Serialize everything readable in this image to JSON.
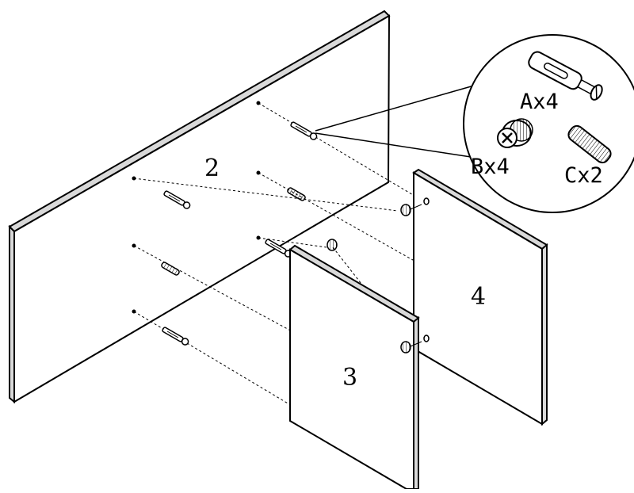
{
  "diagram": {
    "panels": [
      {
        "id": "panel-2",
        "label": "2"
      },
      {
        "id": "panel-3",
        "label": "3"
      },
      {
        "id": "panel-4",
        "label": "4"
      }
    ],
    "hardware": [
      {
        "id": "cam-bolt",
        "label": "Ax4",
        "icon": "cam-bolt-icon"
      },
      {
        "id": "cam-lock",
        "label": "Bx4",
        "icon": "cam-lock-icon"
      },
      {
        "id": "wood-dowel",
        "label": "Cx2",
        "icon": "wood-dowel-icon"
      }
    ],
    "colors": {
      "line": "#000000",
      "fill": "#ffffff",
      "panel_shadow": "#d9d9d9"
    }
  }
}
